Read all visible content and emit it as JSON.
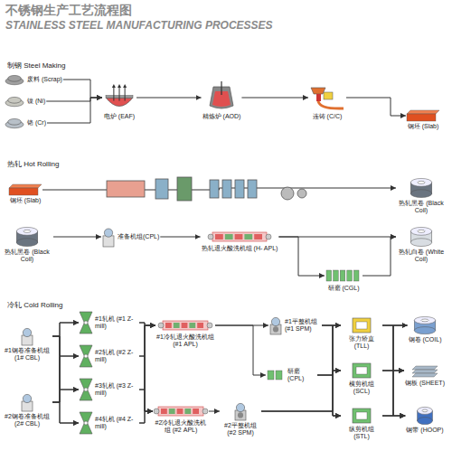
{
  "diagram": {
    "title": "不锈钢生产工艺流程图",
    "nodes": [
      {
        "text": [
          "废料 (Scrap)"
        ]
      },
      {
        "text": [
          "镍 (Ni)"
        ]
      },
      {
        "text": [
          "铬 (Cr)"
        ]
      },
      {
        "text": [
          "电炉 (EAF)"
        ]
      },
      {
        "text": [
          "精炼炉 (AOD)"
        ]
      },
      {
        "text": [
          "连铸 (C/C)"
        ]
      },
      {
        "text": [
          "钢坯 (Slab)"
        ]
      },
      {
        "text": [
          "钢坯 (Slab)"
        ]
      },
      {
        "text": [
          "热轧黑卷 (Black Coil)"
        ]
      },
      {
        "text": [
          "热轧黑卷 (Black Coil)"
        ]
      },
      {
        "text": [
          "准备机组(CPL)"
        ]
      },
      {
        "text": [
          "热轧退火酸洗机组 (H- APL)"
        ]
      },
      {
        "text": [
          "热轧白卷 (White Coil)"
        ]
      },
      {
        "text": [
          "研磨 (CGL)"
        ]
      },
      {
        "text": [
          "#1钢卷准备机组 (1# CBL)"
        ]
      },
      {
        "text": [
          "#2钢卷准备机组 (2# CBL)"
        ]
      },
      {
        "text": [
          "#1轧机 (#1 Z-mill)"
        ]
      },
      {
        "text": [
          "#2轧机 (#2 Z-mill)"
        ]
      },
      {
        "text": [
          "#3轧机 (#3 Z-mill)"
        ]
      },
      {
        "text": [
          "#4轧机 (#4 Z-mill)"
        ]
      },
      {
        "text": [
          "#1冷轧退火酸洗机组 (#1 APL)"
        ]
      },
      {
        "text": [
          "#2冷轧退火酸洗机组 (#2 APL)"
        ]
      },
      {
        "text": [
          "#1平整机组 (#1 SPM)"
        ]
      },
      {
        "text": [
          "研磨 (CPL)"
        ]
      },
      {
        "text": [
          "#2平整机组 (#2 SPM)"
        ]
      },
      {
        "text": [
          "张力矫直 (TLL)"
        ]
      },
      {
        "text": [
          "横剪机组 (SCL)"
        ]
      },
      {
        "text": [
          "纵剪机组 (STL)"
        ]
      },
      {
        "text": [
          "钢卷 (COIL)"
        ]
      },
      {
        "text": [
          "钢板 (SHEET)"
        ]
      },
      {
        "text": [
          "钢带 (HOOP)"
        ]
      }
    ],
    "edges": [
      {
        "from": 0,
        "to": 3,
        "arrow": "to"
      },
      {
        "from": 1,
        "to": 3,
        "arrow": "to"
      },
      {
        "from": 2,
        "to": 3,
        "arrow": "to"
      },
      {
        "from": 3,
        "to": 4,
        "arrow": "to"
      },
      {
        "from": 4,
        "to": 5,
        "arrow": "to"
      },
      {
        "from": 5,
        "to": 6,
        "arrow": "to"
      },
      {
        "from": 7,
        "to": 8,
        "arrow": "to"
      },
      {
        "from": 9,
        "to": 10,
        "arrow": "to"
      },
      {
        "from": 10,
        "to": 11,
        "arrow": "to"
      },
      {
        "from": 11,
        "to": 12,
        "arrow": "to"
      },
      {
        "from": 11,
        "to": 13,
        "arrow": "to"
      },
      {
        "from": 13,
        "to": 12,
        "arrow": "to"
      },
      {
        "from": 14,
        "to": 16,
        "arrow": "to"
      },
      {
        "from": 14,
        "to": 17,
        "arrow": "to"
      },
      {
        "from": 14,
        "to": 18,
        "arrow": "to"
      },
      {
        "from": 14,
        "to": 19,
        "arrow": "to"
      },
      {
        "from": 15,
        "to": 16,
        "arrow": "to"
      },
      {
        "from": 15,
        "to": 17,
        "arrow": "to"
      },
      {
        "from": 15,
        "to": 18,
        "arrow": "to"
      },
      {
        "from": 15,
        "to": 19,
        "arrow": "to"
      },
      {
        "from": 16,
        "to": 20,
        "arrow": "to"
      },
      {
        "from": 17,
        "to": 20,
        "arrow": "to"
      },
      {
        "from": 18,
        "to": 20,
        "arrow": "to"
      },
      {
        "from": 19,
        "to": 20,
        "arrow": "to"
      },
      {
        "from": 16,
        "to": 21,
        "arrow": "to"
      },
      {
        "from": 17,
        "to": 21,
        "arrow": "to"
      },
      {
        "from": 18,
        "to": 21,
        "arrow": "to"
      },
      {
        "from": 19,
        "to": 21,
        "arrow": "to"
      },
      {
        "from": 20,
        "to": 22,
        "arrow": "to"
      },
      {
        "from": 20,
        "to": 23,
        "arrow": "to"
      },
      {
        "from": 21,
        "to": 24,
        "arrow": "to"
      },
      {
        "from": 22,
        "to": 25,
        "arrow": "to"
      },
      {
        "from": 22,
        "to": 26,
        "arrow": "to"
      },
      {
        "from": 22,
        "to": 27,
        "arrow": "to"
      },
      {
        "from": 23,
        "to": 25,
        "arrow": "to"
      },
      {
        "from": 23,
        "to": 26,
        "arrow": "to"
      },
      {
        "from": 23,
        "to": 27,
        "arrow": "to"
      },
      {
        "from": 24,
        "to": 25,
        "arrow": "to"
      },
      {
        "from": 24,
        "to": 26,
        "arrow": "to"
      },
      {
        "from": 24,
        "to": 27,
        "arrow": "to"
      },
      {
        "from": 25,
        "to": 28,
        "arrow": "to"
      },
      {
        "from": 25,
        "to": 29,
        "arrow": "to"
      },
      {
        "from": 25,
        "to": 30,
        "arrow": "to"
      },
      {
        "from": 26,
        "to": 28,
        "arrow": "to"
      },
      {
        "from": 26,
        "to": 29,
        "arrow": "to"
      },
      {
        "from": 26,
        "to": 30,
        "arrow": "to"
      },
      {
        "from": 27,
        "to": 28,
        "arrow": "to"
      },
      {
        "from": 27,
        "to": 29,
        "arrow": "to"
      },
      {
        "from": 27,
        "to": 30,
        "arrow": "to"
      }
    ],
    "labels": [
      "STAINLESS STEEL MANUFACTURING PROCESSES",
      "制钢 Steel Making",
      "热轧 Hot Rolling",
      "冷轧 Cold Rolling"
    ]
  }
}
